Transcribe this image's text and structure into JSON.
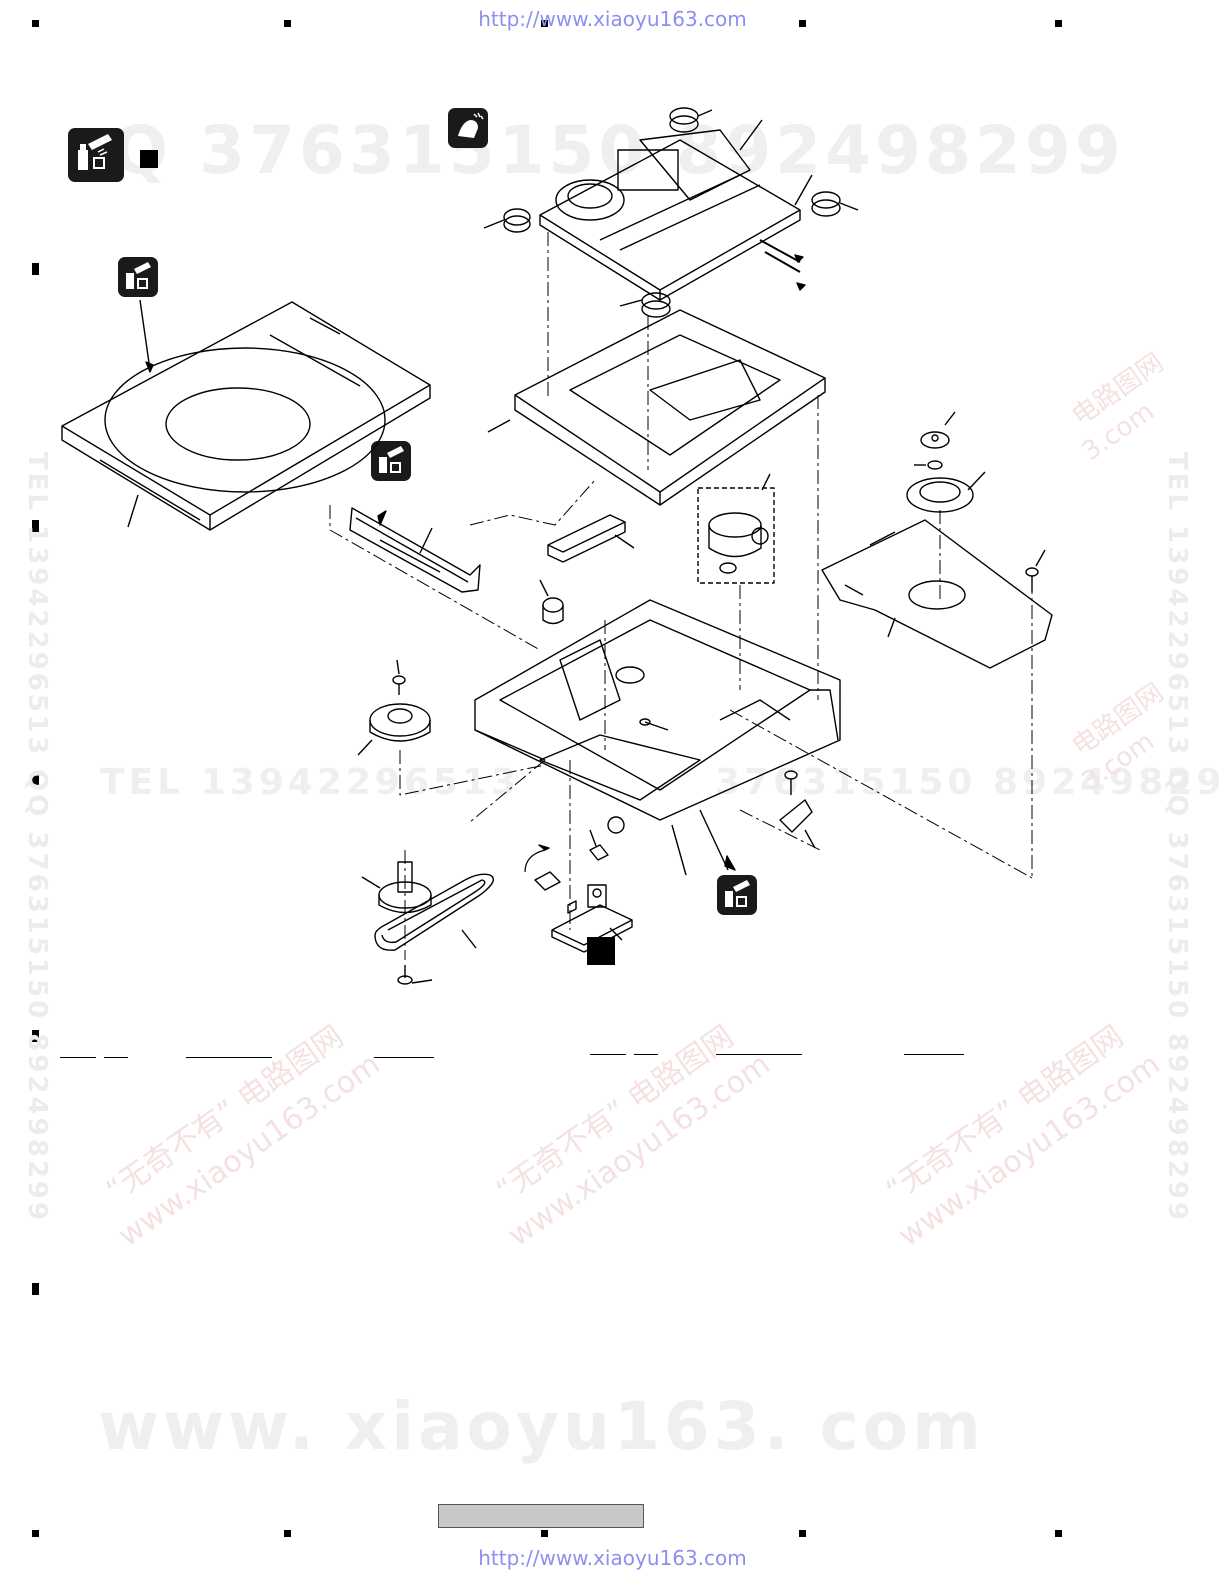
{
  "header": {
    "url": "http://www.xiaoyu163.com"
  },
  "footer": {
    "url": "http://www.xiaoyu163.com"
  },
  "watermarks": {
    "qq_line": "Q 376315150 892498299",
    "tel_line": "TEL 13942296513",
    "mid_line": "376315150 892498299",
    "site_big": "www. xiaoyu163. com",
    "rotated_site": "www.xiaoyu163.com",
    "rotated_cn": "“无奇不有” 电路图网",
    "vertical_left": "TEL 13942296513 QQ 376315150 892498299",
    "vertical_right": "TEL 13942296513 QQ 376315150 892498299",
    "partial_cn": "电路图网",
    "partial_site": "3.com"
  },
  "colors": {
    "ink": "#000000",
    "url": "#8d8ff0",
    "watermark_gray": "#efefef",
    "watermark_pink": "#f5e1e1"
  }
}
